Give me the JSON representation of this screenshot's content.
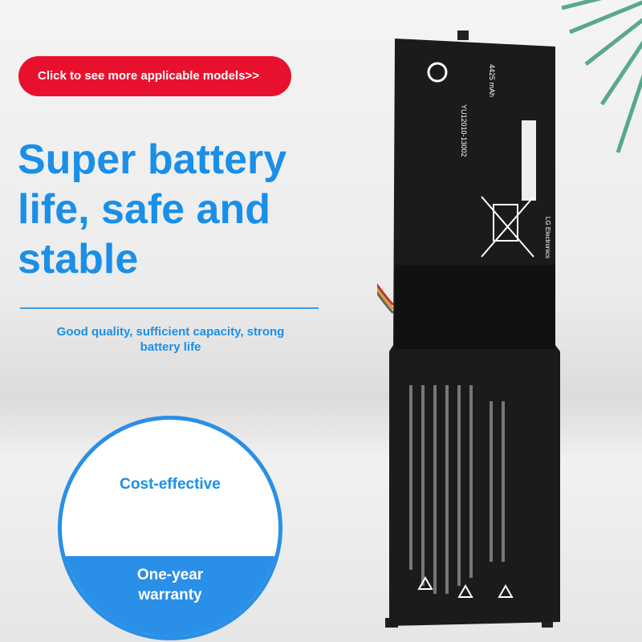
{
  "cta_button": {
    "label": "Click to see more applicable models>>"
  },
  "headline": {
    "lines": [
      "Super battery",
      "life, safe and",
      "stable"
    ]
  },
  "subtitle": {
    "lines": [
      "Good quality, sufficient capacity, strong",
      "battery life"
    ]
  },
  "badge": {
    "top_label": "Cost-effective",
    "bottom_lines": [
      "One-year",
      "warranty"
    ]
  },
  "product_label": {
    "capacity": "4425 mAh",
    "model": "YU12010-13002",
    "brand": "LG Electronics"
  },
  "colors": {
    "accent_blue": "#1a8fe8",
    "button_red": "#e8112d",
    "battery_black": "#1b1b1b"
  }
}
